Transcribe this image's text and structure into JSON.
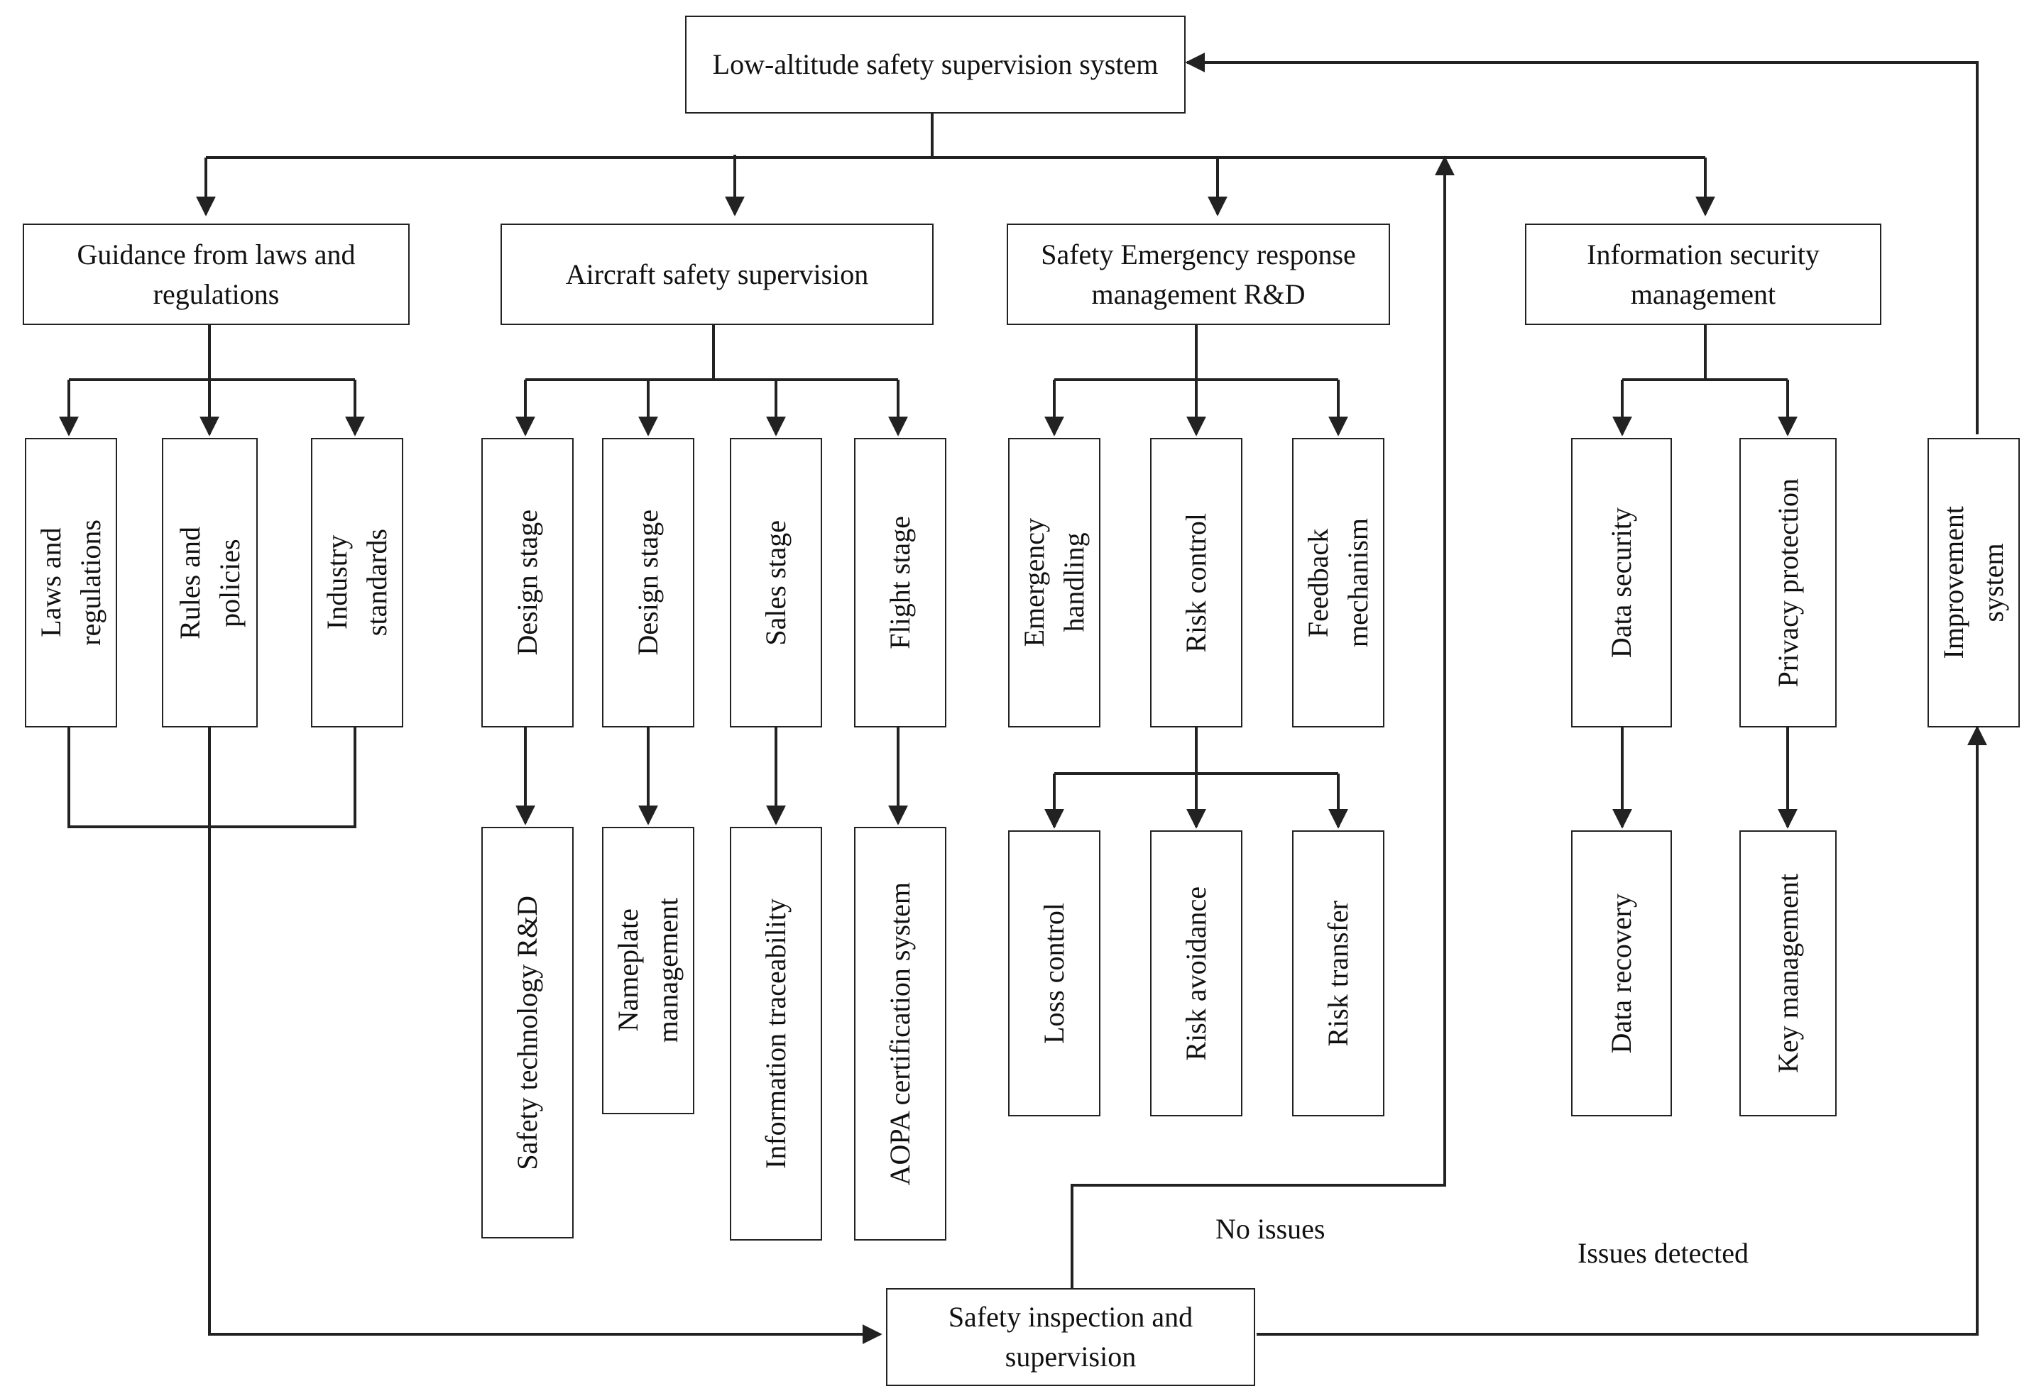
{
  "root": "Low-altitude safety supervision system",
  "categories": {
    "laws": "Guidance from laws and regulations",
    "aircraft": "Aircraft safety supervision",
    "emergency": "Safety Emergency response management R&D",
    "infosec": "Information security management"
  },
  "laws_items": [
    "Laws and\nregulations",
    "Rules and\npolicies",
    "Industry\nstandards"
  ],
  "aircraft_items": [
    "Design stage",
    "Design stage",
    "Sales stage",
    "Flight stage"
  ],
  "aircraft_sub": [
    "Safety technology R&D",
    "Nameplate\nmanagement",
    "Information traceability",
    "AOPA certification system"
  ],
  "emergency_items": [
    "Emergency\nhandling",
    "Risk control",
    "Feedback\nmechanism"
  ],
  "risk_sub": [
    "Loss control",
    "Risk avoidance",
    "Risk transfer"
  ],
  "infosec_items": [
    "Data security",
    "Privacy protection"
  ],
  "infosec_sub": [
    "Data recovery",
    "Key management"
  ],
  "improvement": "Improvement\nsystem",
  "inspection": "Safety inspection and supervision",
  "labels": {
    "no_issues": "No issues",
    "issues_detected": "Issues detected"
  }
}
